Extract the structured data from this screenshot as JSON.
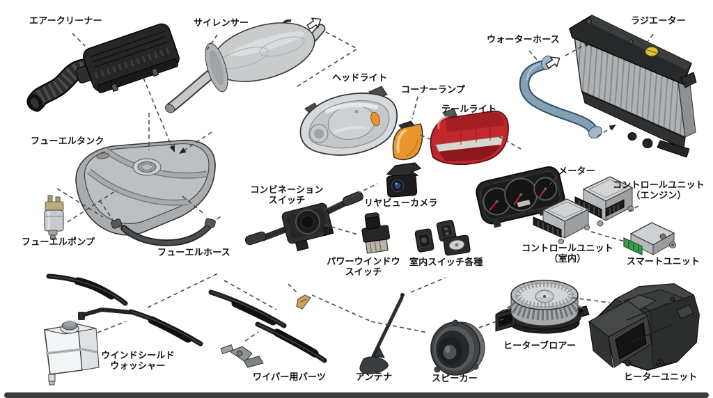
{
  "figure": {
    "description_labels_count": 24
  },
  "labels": {
    "air_cleaner": "エアークリーナー",
    "silencer": "サイレンサー",
    "water_hose": "ウォーターホース",
    "radiator": "ラジエーター",
    "headlight": "ヘッドライト",
    "corner_lamp": "コーナーランプ",
    "tail_light": "テールライト",
    "fuel_tank": "フューエルタンク",
    "fuel_pump": "フューエルポンプ",
    "fuel_hose": "フューエルホース",
    "combination_switch": "コンビネーション\nスイッチ",
    "rear_view_camera": "リヤビューカメラ",
    "meter": "メーター",
    "control_unit_engine": "コントロールユニット\n（エンジン）",
    "control_unit_interior": "コントロールユニット\n（室内）",
    "smart_unit": "スマートユニット",
    "power_window_switch": "パワーウインドウ\nスイッチ",
    "interior_switches": "室内スイッチ各種",
    "windshield_washer": "ウインドシールド\nウォッシャー",
    "wiper_parts": "ワイパー用パーツ",
    "antenna": "アンテナ",
    "speaker": "スピーカー",
    "heater_blower": "ヒーターブロアー",
    "heater_unit": "ヒーターユニット"
  },
  "colors": {
    "label_text": "#111111",
    "dash_line": "#4a4a4a",
    "tail_light_red": "#c1272d",
    "corner_lamp_amber": "#e8962b",
    "radiator_cap_yellow": "#e2bd3a",
    "water_hose_blue": "#84a0b4",
    "camera_lens_blue": "#2b4a6b",
    "smart_unit_connector_green": "#3f9b4a",
    "fuel_pump_tan": "#b9ad80",
    "wiper_clip_tan": "#c8a06a",
    "bottom_bar_gray": "#3a3d3d",
    "part_gray": "#c6c9cb",
    "part_black": "#242424"
  },
  "icons": {
    "direction_arrow": "white outlined arrow pointing up-right"
  }
}
